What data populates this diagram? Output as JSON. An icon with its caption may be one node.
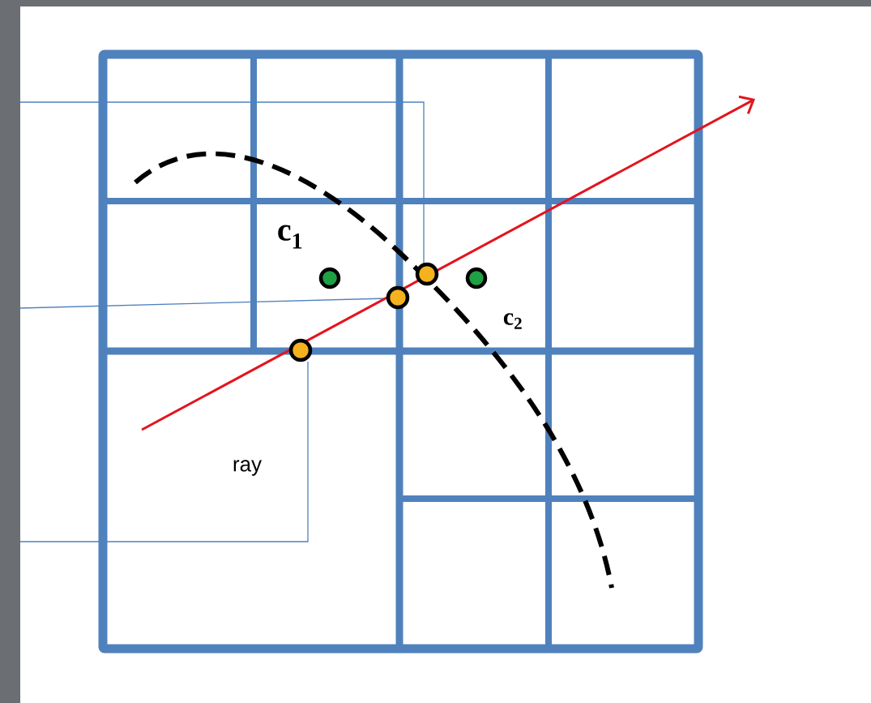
{
  "diagram": {
    "labels": [
      "c$_{1}$",
      "c$_{2}$",
      "ray"
    ]
  }
}
